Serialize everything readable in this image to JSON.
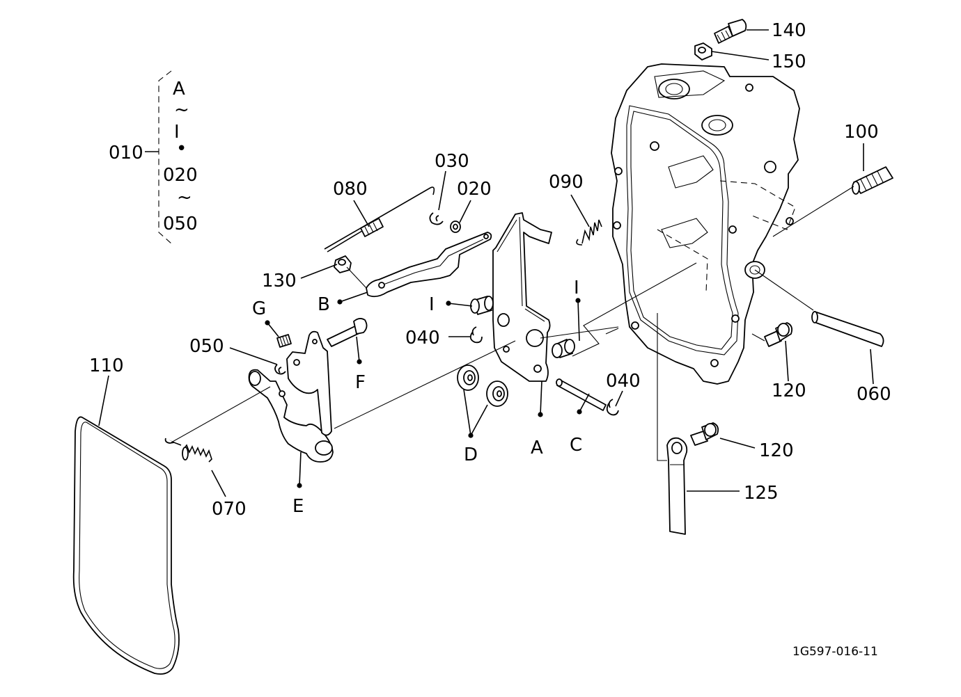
{
  "labels": {
    "l010": "010",
    "l020": "020",
    "l030": "030",
    "l040": "040",
    "l050": "050",
    "l060": "060",
    "l070": "070",
    "l080": "080",
    "l090": "090",
    "l100": "100",
    "l110": "110",
    "l120": "120",
    "l125": "125",
    "l130": "130",
    "l140": "140",
    "l150": "150",
    "A": "A",
    "B": "B",
    "C": "C",
    "D": "D",
    "E": "E",
    "F": "F",
    "G": "G",
    "I": "I"
  },
  "bracket": {
    "line1": "A",
    "line2": "~",
    "line3": "I",
    "line4": "•",
    "line5": "020",
    "line6": "~",
    "line7": "050"
  },
  "drawing_number": "1G597-016-11"
}
